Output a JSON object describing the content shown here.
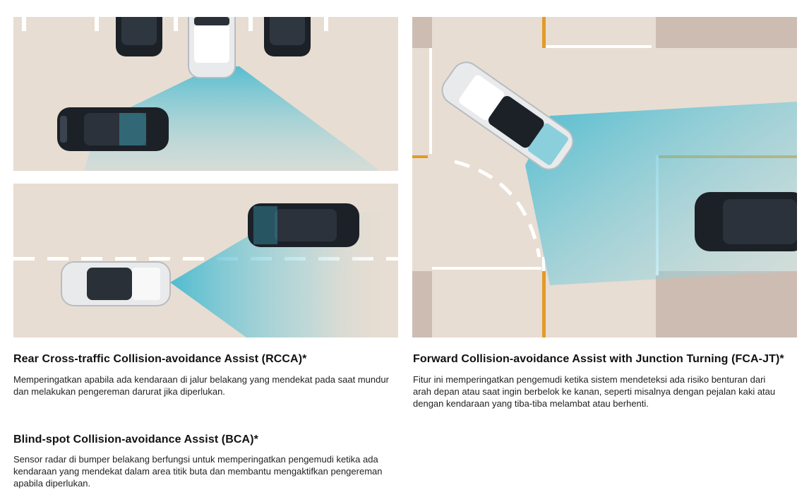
{
  "colors": {
    "road": "#e8ddd2",
    "sidewalk": "#cdbcb2",
    "lane_marking": "#ffffff",
    "orange_line": "#e39a2a",
    "sensor_beam": "#4fc3d8",
    "dark_car": "#1c2128",
    "white_car": "#e9eaec"
  },
  "sections": {
    "rcca": {
      "title": "Rear Cross-traffic Collision-avoidance Assist (RCCA)*",
      "description": "Memperingatkan apabila ada kendaraan di jalur belakang yang mendekat pada saat mundur dan melakukan pengereman darurat jika diperlukan."
    },
    "bca": {
      "title": "Blind-spot Collision-avoidance Assist (BCA)*",
      "description": "Sensor radar di bumper belakang berfungsi untuk memperingatkan pengemudi ketika ada kendaraan yang mendekat dalam area titik buta dan membantu mengaktifkan pengereman apabila diperlukan."
    },
    "fca_jt": {
      "title": "Forward Collision-avoidance Assist with Junction Turning (FCA-JT)*",
      "description": "Fitur ini memperingatkan pengemudi ketika sistem mendeteksi ada risiko benturan dari arah depan atau saat ingin berbelok ke kanan, seperti misalnya dengan pejalan kaki atau dengan kendaraan yang tiba-tiba melambat atau berhenti."
    }
  },
  "icons": [
    "rcca-illustration",
    "bca-illustration",
    "fca-jt-illustration"
  ]
}
